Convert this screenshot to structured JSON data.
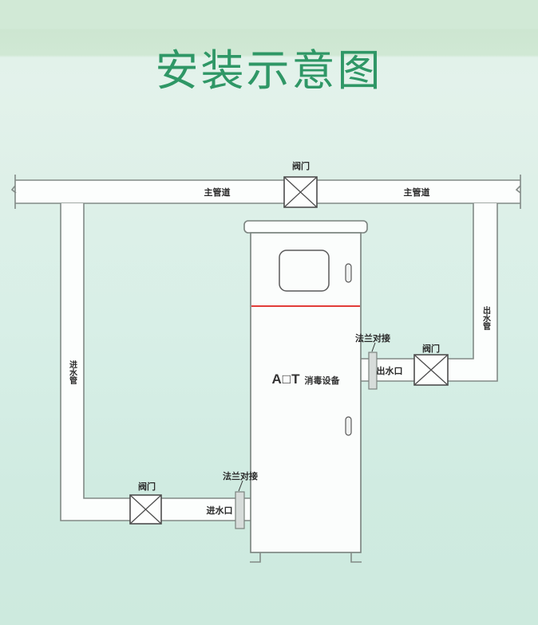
{
  "title": "安装示意图",
  "colors": {
    "title_green": "#2f9766",
    "pipe_stroke": "#828a86",
    "valve_stroke": "#4d4d4d",
    "red_stripe": "#e23c38",
    "flange_fill": "#d7dcda",
    "background_mint": "#ddf0e8"
  },
  "diagram": {
    "main_pipe_label_left": "主管道",
    "main_pipe_label_right": "主管道",
    "top_valve_label": "阀门",
    "inlet_pipe_label": "进水管",
    "outlet_pipe_label": "出水管",
    "bottom_valve_label": "阀门",
    "right_valve_label": "阀门",
    "inlet_port_label": "进水口",
    "outlet_port_label": "出水口",
    "bottom_flange_label": "法兰对接",
    "right_flange_label": "法兰对接",
    "device_brand": "A□T",
    "device_name": "消毒设备"
  }
}
